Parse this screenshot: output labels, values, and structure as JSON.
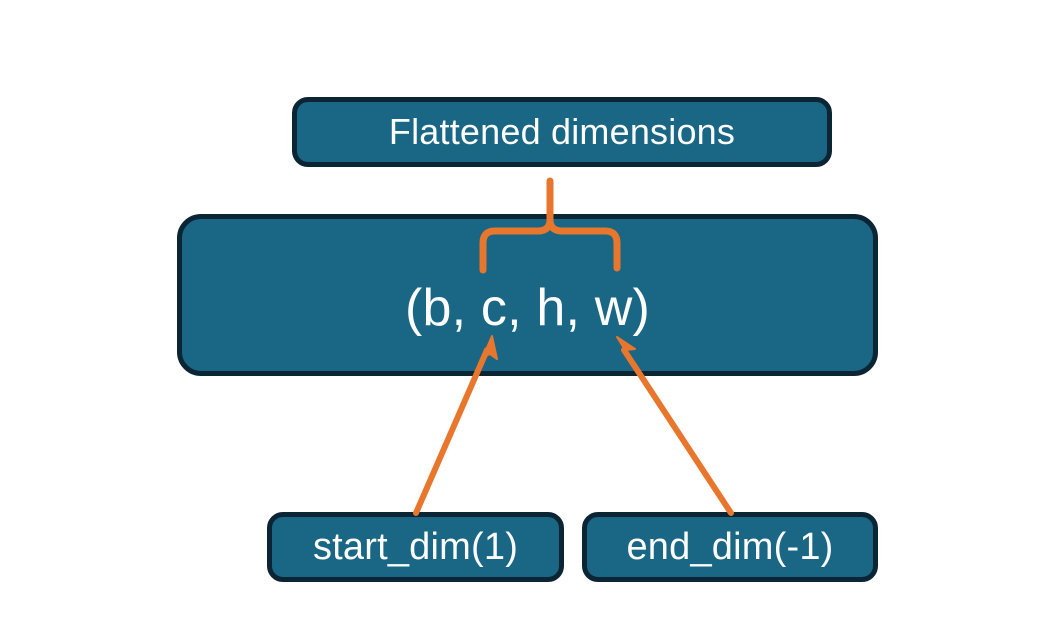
{
  "diagram": {
    "title_box": {
      "label": "Flattened dimensions",
      "name": "flattened-dimensions-box"
    },
    "shape_box": {
      "label": "(b, c, h, w)",
      "name": "tensor-shape-box"
    },
    "start_dim_box": {
      "label": "start_dim(1)",
      "name": "start-dim-box"
    },
    "end_dim_box": {
      "label": "end_dim(-1)",
      "name": "end-dim-box"
    },
    "connectors": {
      "brace": {
        "name": "curly-brace-connector",
        "spans_from": "c",
        "spans_to": "w",
        "points_to": "Flattened dimensions"
      },
      "start_dim_arrow": {
        "name": "start-dim-arrow",
        "from": "start_dim(1)",
        "to": "c"
      },
      "end_dim_arrow": {
        "name": "end-dim-arrow",
        "from": "end_dim(-1)",
        "to": "w"
      }
    },
    "colors": {
      "box_fill": "#1a6685",
      "box_border": "#0b2535",
      "text": "#fdfdfd",
      "accent_orange": "#e8762c",
      "background": "#ffffff"
    }
  }
}
